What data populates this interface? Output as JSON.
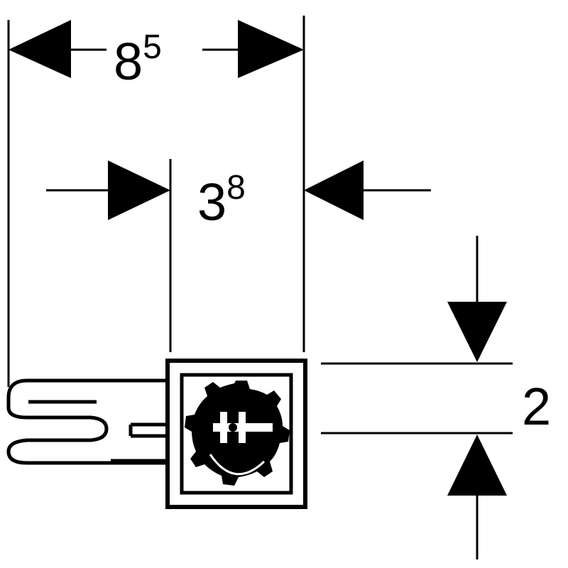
{
  "dimensions": {
    "overall_width": {
      "base": "8",
      "sup": "5"
    },
    "inner_width": {
      "base": "3",
      "sup": "8"
    },
    "height": {
      "base": "2"
    }
  },
  "colors": {
    "line": "#000000",
    "background": "#ffffff"
  },
  "icons": [
    "dimension-arrow-icon",
    "knob-icon"
  ]
}
